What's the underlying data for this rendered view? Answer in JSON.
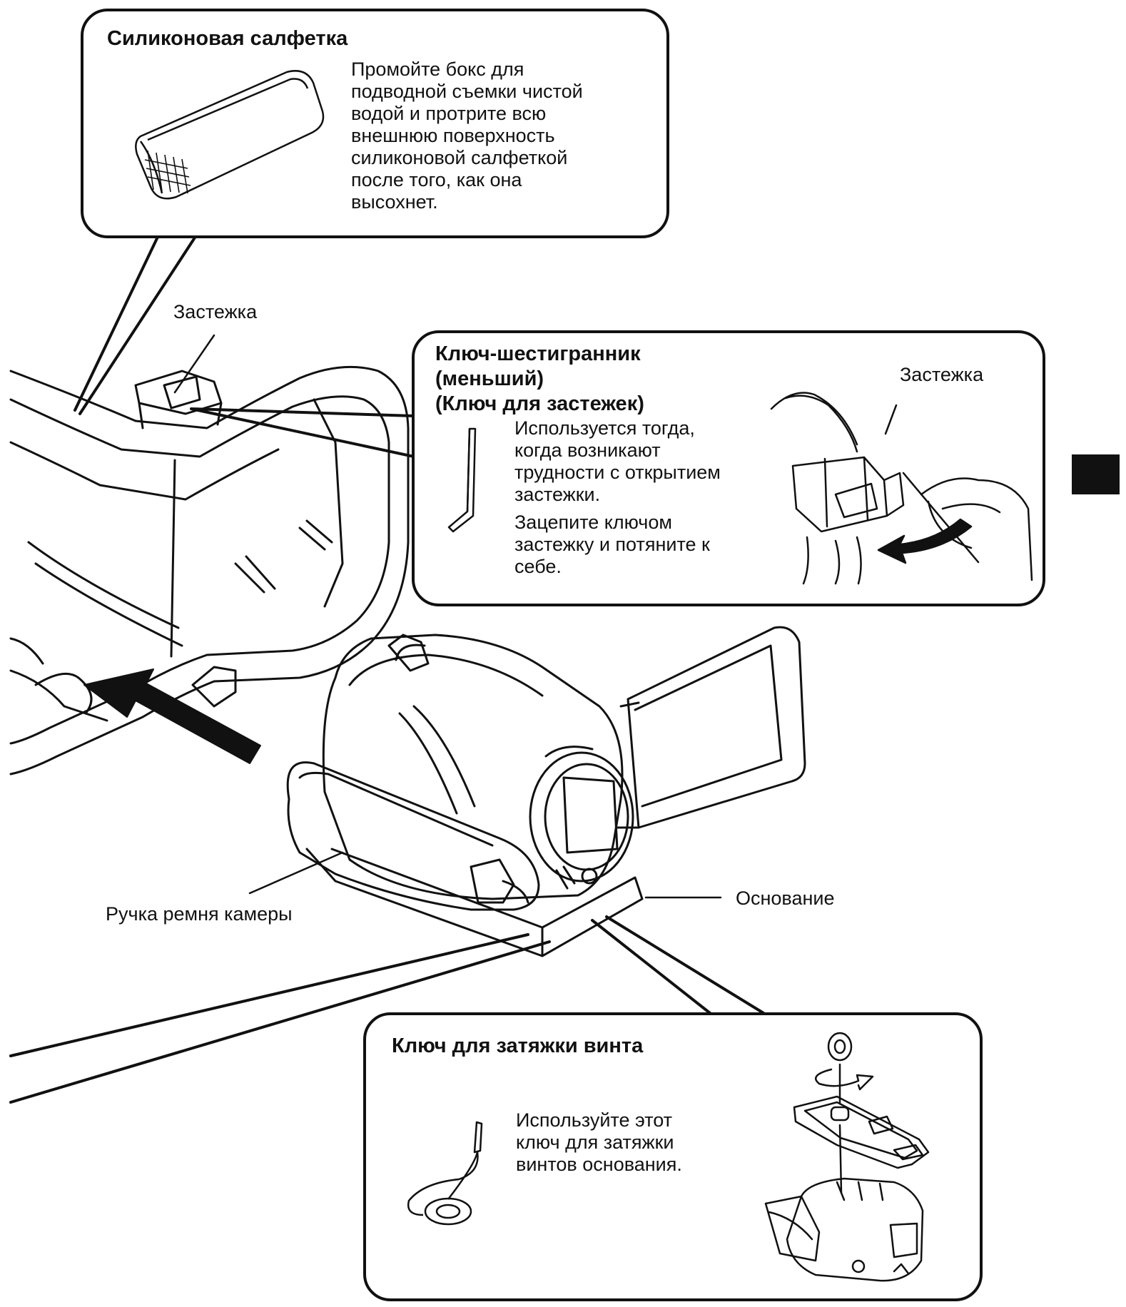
{
  "callouts": {
    "silicone_cloth": {
      "title": "Силиконовая салфетка",
      "lines": [
        "Промойте бокс для",
        "подводной съемки чистой",
        "водой и протрите всю",
        "внешнюю поверхность",
        "силиконовой салфеткой",
        "после того, как она",
        "высохнет."
      ]
    },
    "hex_key": {
      "title_lines": [
        "Ключ-шестигранник",
        "(меньший)",
        "(Ключ для застежек)"
      ],
      "lines_a": [
        "Используется тогда,",
        "когда возникают",
        "трудности с открытием",
        "застежки."
      ],
      "lines_b": [
        "Зацепите ключом",
        "застежку и потяните к",
        "себе."
      ],
      "inset_label": "Застежка"
    },
    "screw_key": {
      "title": "Ключ для затяжки винта",
      "lines": [
        "Используйте этот",
        "ключ для затяжки",
        "винтов основания."
      ]
    }
  },
  "labels": {
    "clasp": "Застежка",
    "strap_handle": "Ручка ремня камеры",
    "base": "Основание"
  },
  "icons": [
    "silicone-cloth-icon",
    "hex-key-icon",
    "clasp-hand-illustration",
    "screw-key-icon",
    "base-mounting-illustration",
    "camcorder-illustration",
    "housing-illustration",
    "insert-arrow-icon",
    "section-tab-marker"
  ]
}
